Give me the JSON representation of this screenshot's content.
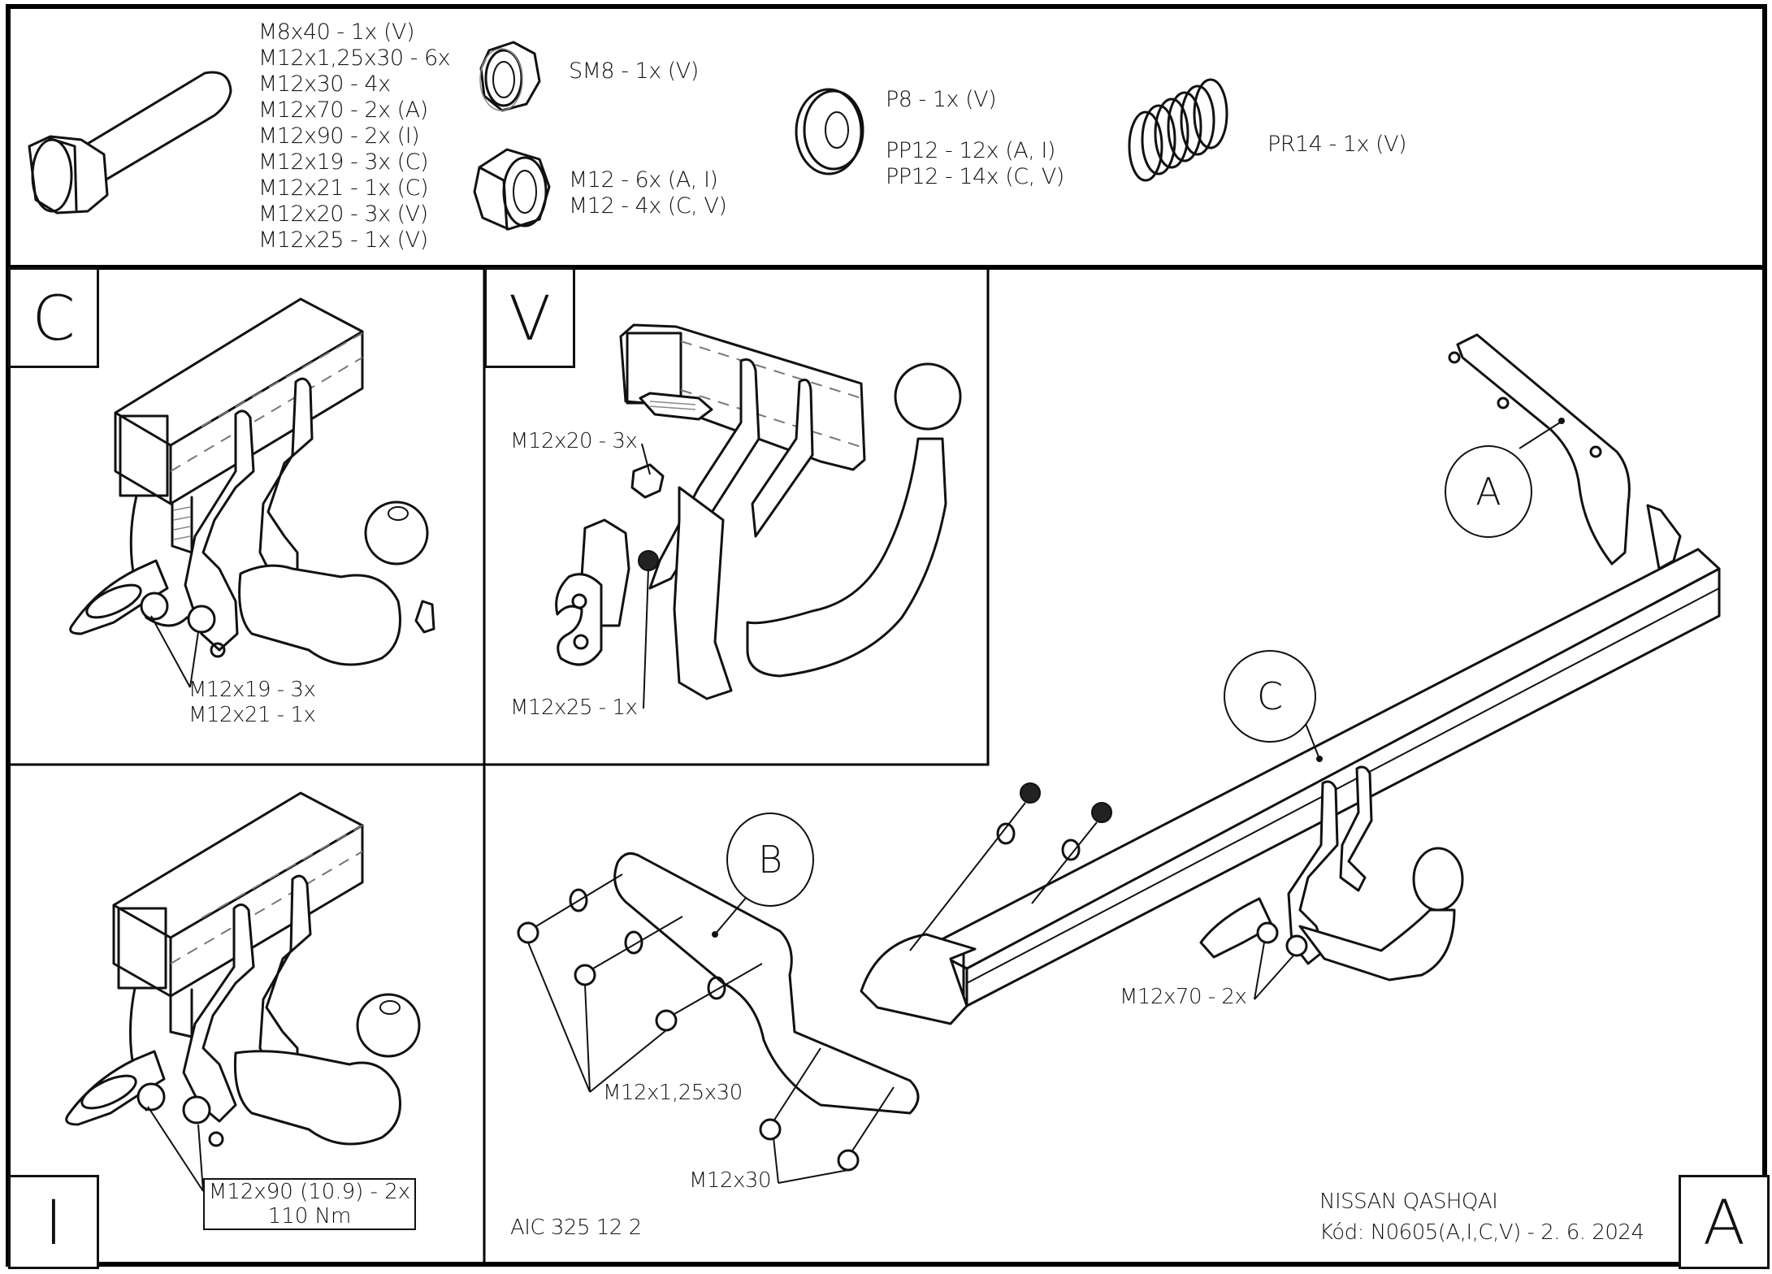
{
  "document": {
    "vehicle": "NISSAN QASHQAI",
    "code_line": "Kód: N0605(A,I,C,V) - 2. 6. 2024",
    "product_code": "AIC 325 12 2"
  },
  "parts_list": {
    "bolts": {
      "icon": "hex-bolt-icon",
      "items": [
        "M8x40 - 1x (V)",
        "M12x1,25x30 - 6x",
        "M12x30 - 4x",
        "M12x70 - 2x (A)",
        "M12x90 - 2x (I)",
        "M12x19 - 3x (C)",
        "M12x21 - 1x (C)",
        "M12x20 - 3x (V)",
        "M12x25 - 1x (V)"
      ]
    },
    "self_locking_nut": {
      "icon": "lock-nut-icon",
      "items": [
        "SM8 - 1x (V)"
      ]
    },
    "nuts": {
      "icon": "hex-nut-icon",
      "items": [
        "M12 - 6x (A, I)",
        "M12 - 4x (C, V)"
      ]
    },
    "washers": {
      "icon": "washer-icon",
      "items": [
        "P8 - 1x (V)",
        "PP12 - 12x (A, I)",
        "PP12 - 14x (C, V)"
      ]
    },
    "spring": {
      "icon": "spring-icon",
      "items": [
        "PR14 - 1x (V)"
      ]
    }
  },
  "panels": {
    "C": {
      "letter": "C",
      "labels": [
        "M12x19 - 3x",
        "M12x21 - 1x"
      ]
    },
    "V": {
      "letter": "V",
      "labels": [
        "M12x20 - 3x",
        "M12x25 - 1x"
      ]
    },
    "I": {
      "letter": "I",
      "torque_label": [
        "M12x90 (10.9) - 2x",
        "110 Nm"
      ]
    },
    "A": {
      "letter": "A",
      "callouts": [
        "A",
        "B",
        "C"
      ],
      "labels": {
        "front_bolts": "M12x1,25x30",
        "lower_bolts": "M12x30",
        "hitch_bolts": "M12x70 - 2x"
      }
    }
  }
}
